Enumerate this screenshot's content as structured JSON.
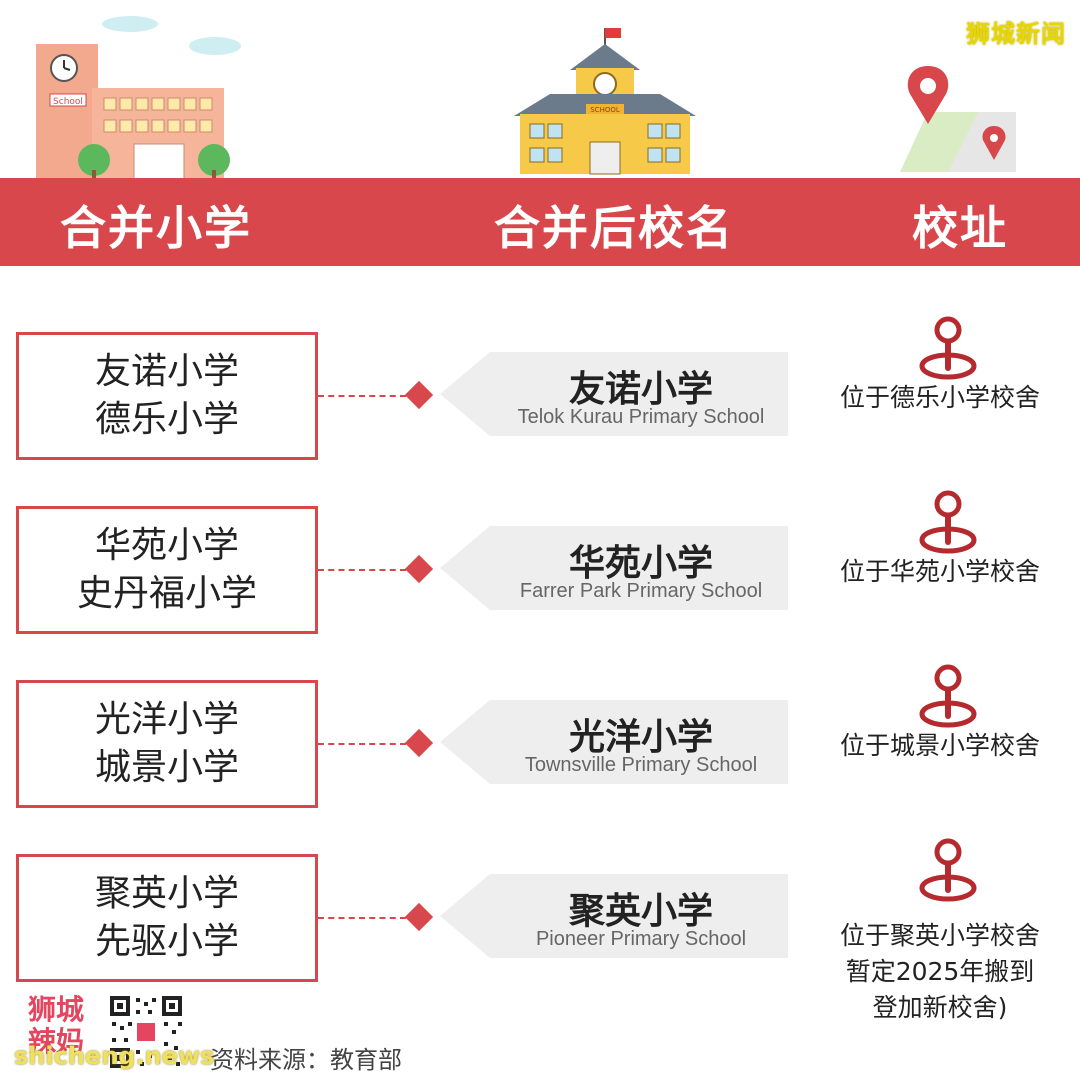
{
  "watermark_top": "狮城新闻",
  "header": {
    "col1": "合并小学",
    "col2": "合并后校名",
    "col3": "校址"
  },
  "illustrations": {
    "left_sign": "School",
    "middle_sign": "SCHOOL"
  },
  "rows": [
    {
      "old_schools": [
        "友诺小学",
        "德乐小学"
      ],
      "new_cn": "友诺小学",
      "new_en": "Telok Kurau Primary School",
      "address": [
        "位于德乐小学校舍"
      ]
    },
    {
      "old_schools": [
        "华苑小学",
        "史丹福小学"
      ],
      "new_cn": "华苑小学",
      "new_en": "Farrer Park Primary School",
      "address": [
        "位于华苑小学校舍"
      ]
    },
    {
      "old_schools": [
        "光洋小学",
        "城景小学"
      ],
      "new_cn": "光洋小学",
      "new_en": "Townsville Primary School",
      "address": [
        "位于城景小学校舍"
      ]
    },
    {
      "old_schools": [
        "聚英小学",
        "先驱小学"
      ],
      "new_cn": "聚英小学",
      "new_en": "Pioneer Primary School",
      "address": [
        "位于聚英小学校舍",
        "暂定2025年搬到",
        "登加新校舍)"
      ]
    }
  ],
  "footer": {
    "logo_line1": "狮城",
    "logo_line2": "辣妈",
    "source": "资料来源：教育部",
    "watermark": "shicheng.news"
  },
  "colors": {
    "accent": "#d8474b",
    "card": "#eeeeee"
  }
}
